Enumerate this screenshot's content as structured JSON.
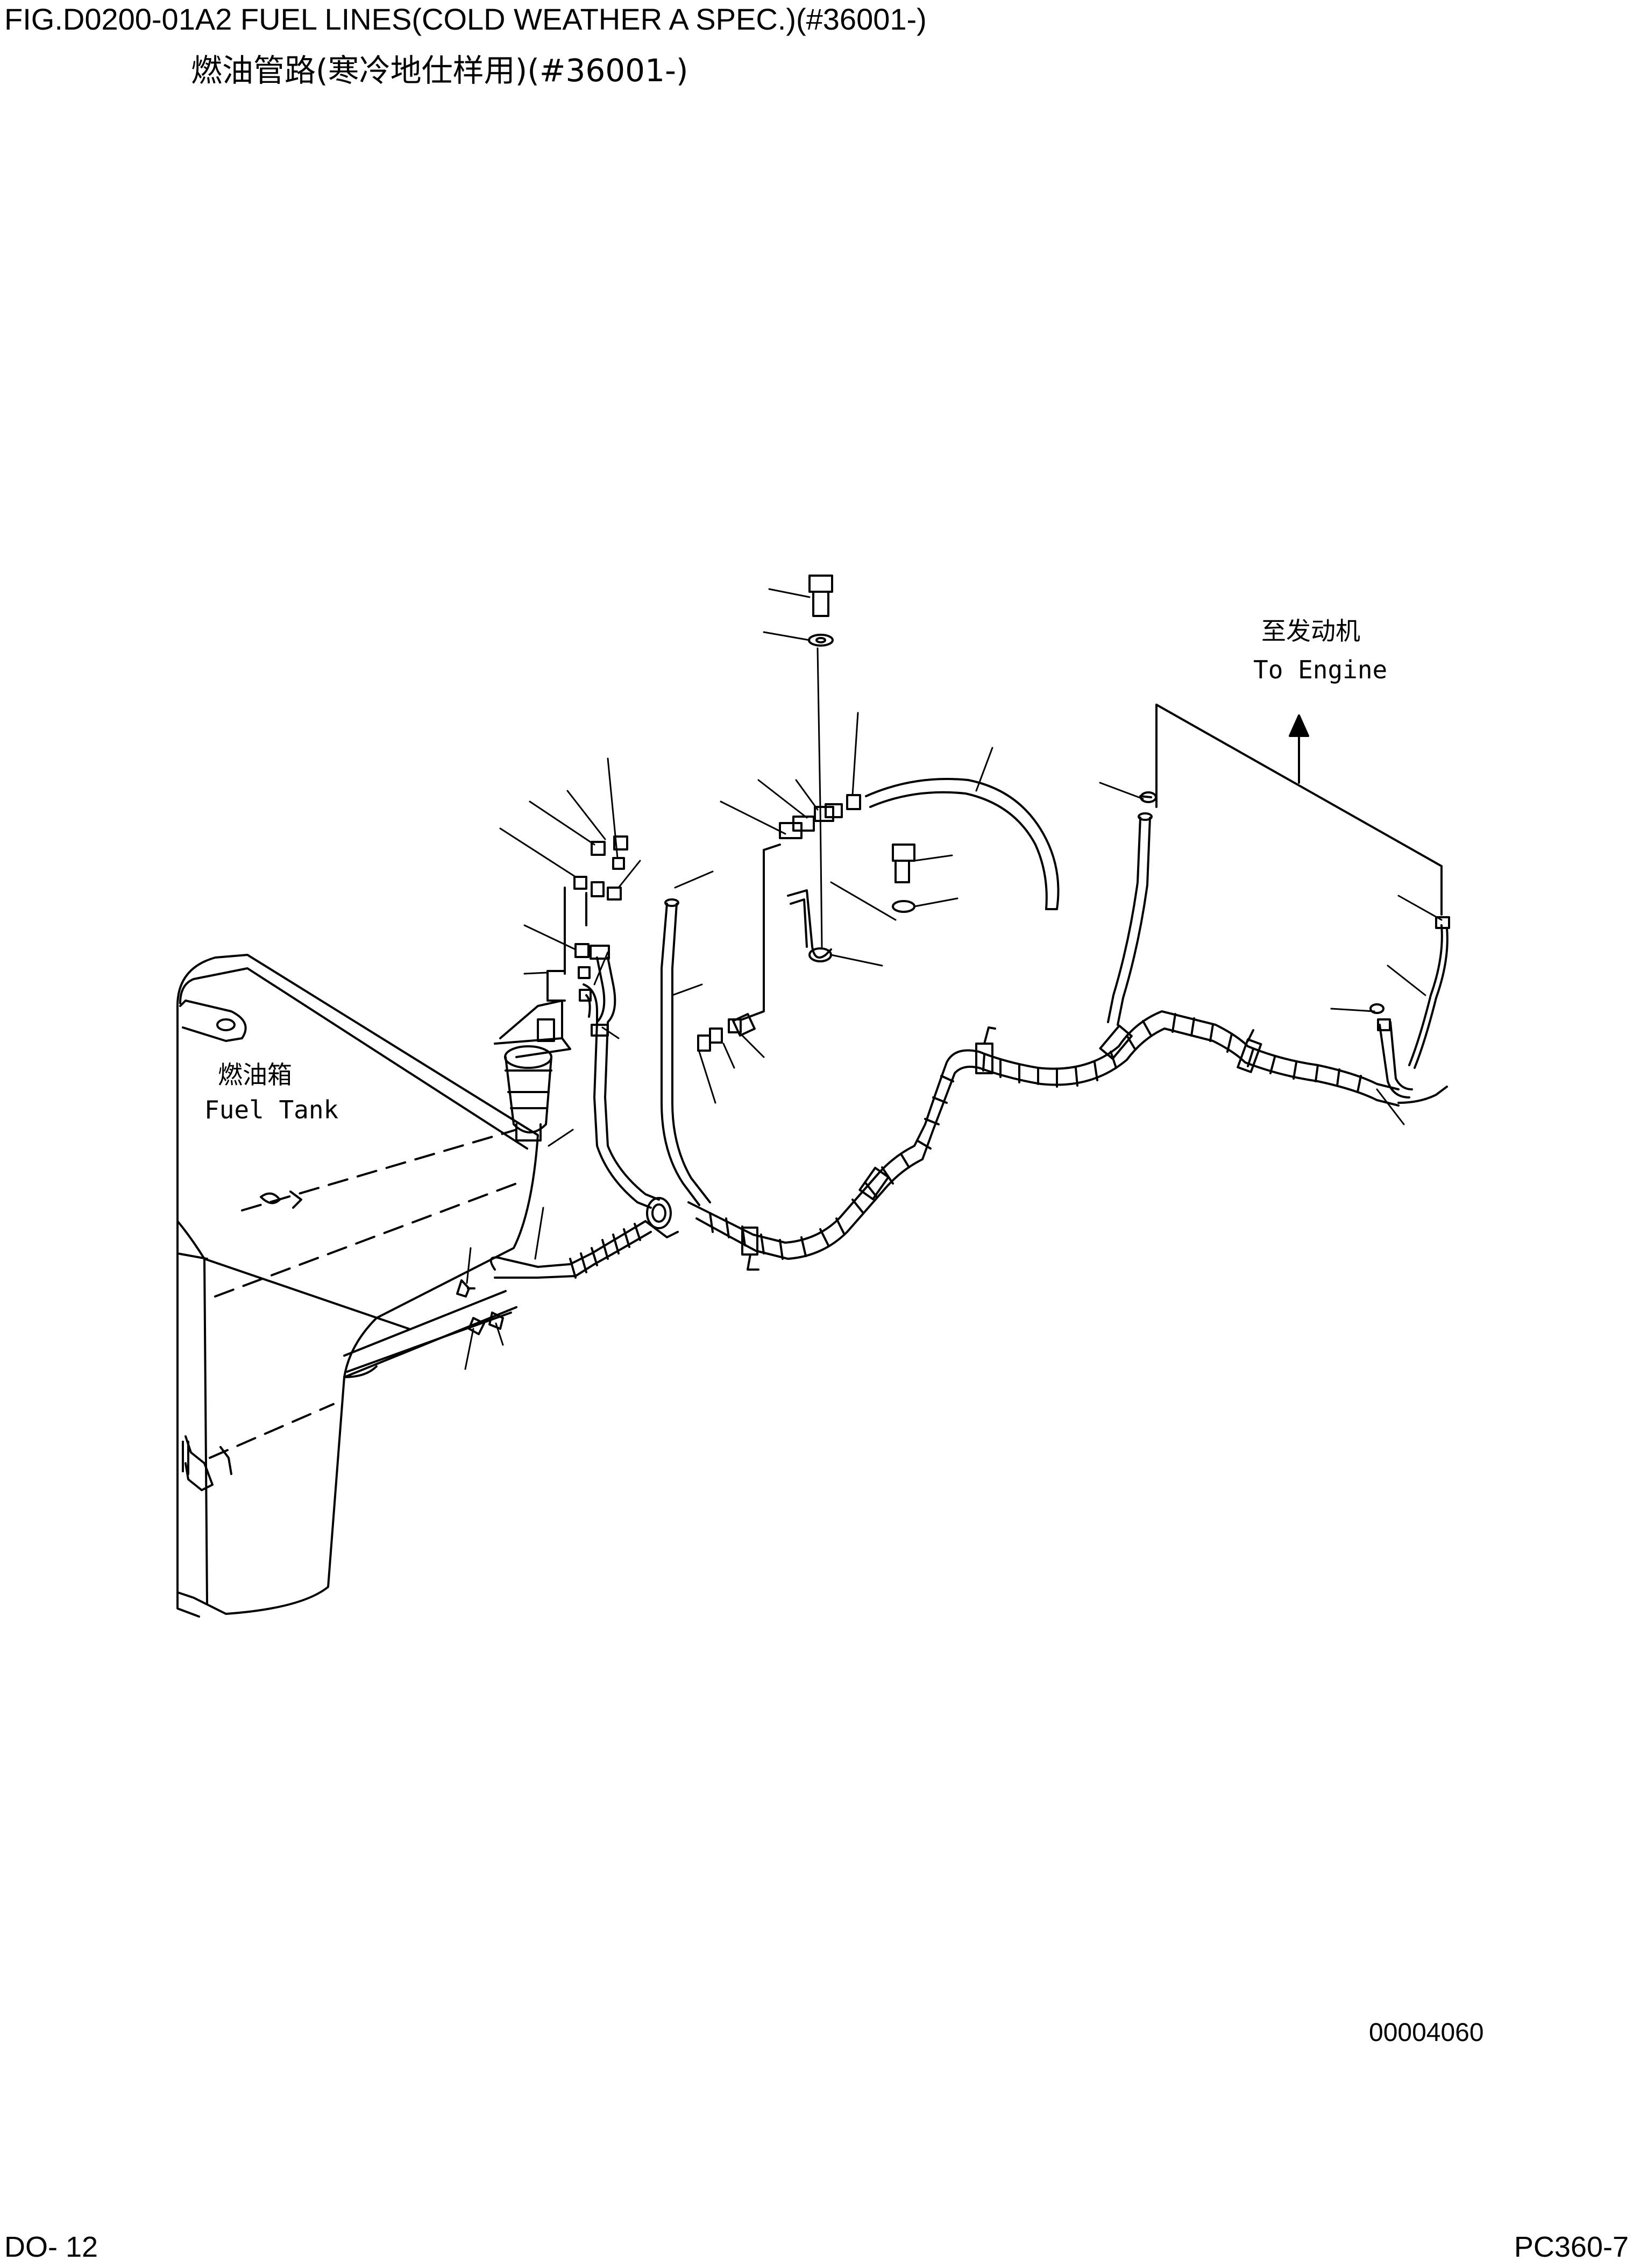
{
  "header": {
    "title": "FIG.D0200-01A2   FUEL LINES(COLD WEATHER A SPEC.)(#36001-)",
    "subtitle": "燃油管路(寒冷地仕样用)(#36001-)"
  },
  "callouts": {
    "fuel_tank_cn": "燃油箱",
    "fuel_tank_en": "Fuel Tank",
    "to_engine_cn": "至发动机",
    "to_engine_en": "To Engine"
  },
  "drawing_code": "00004060",
  "footer": {
    "page": "DO- 12",
    "model": "PC360-7"
  },
  "colors": {
    "line": "#000000",
    "background": "#ffffff"
  }
}
